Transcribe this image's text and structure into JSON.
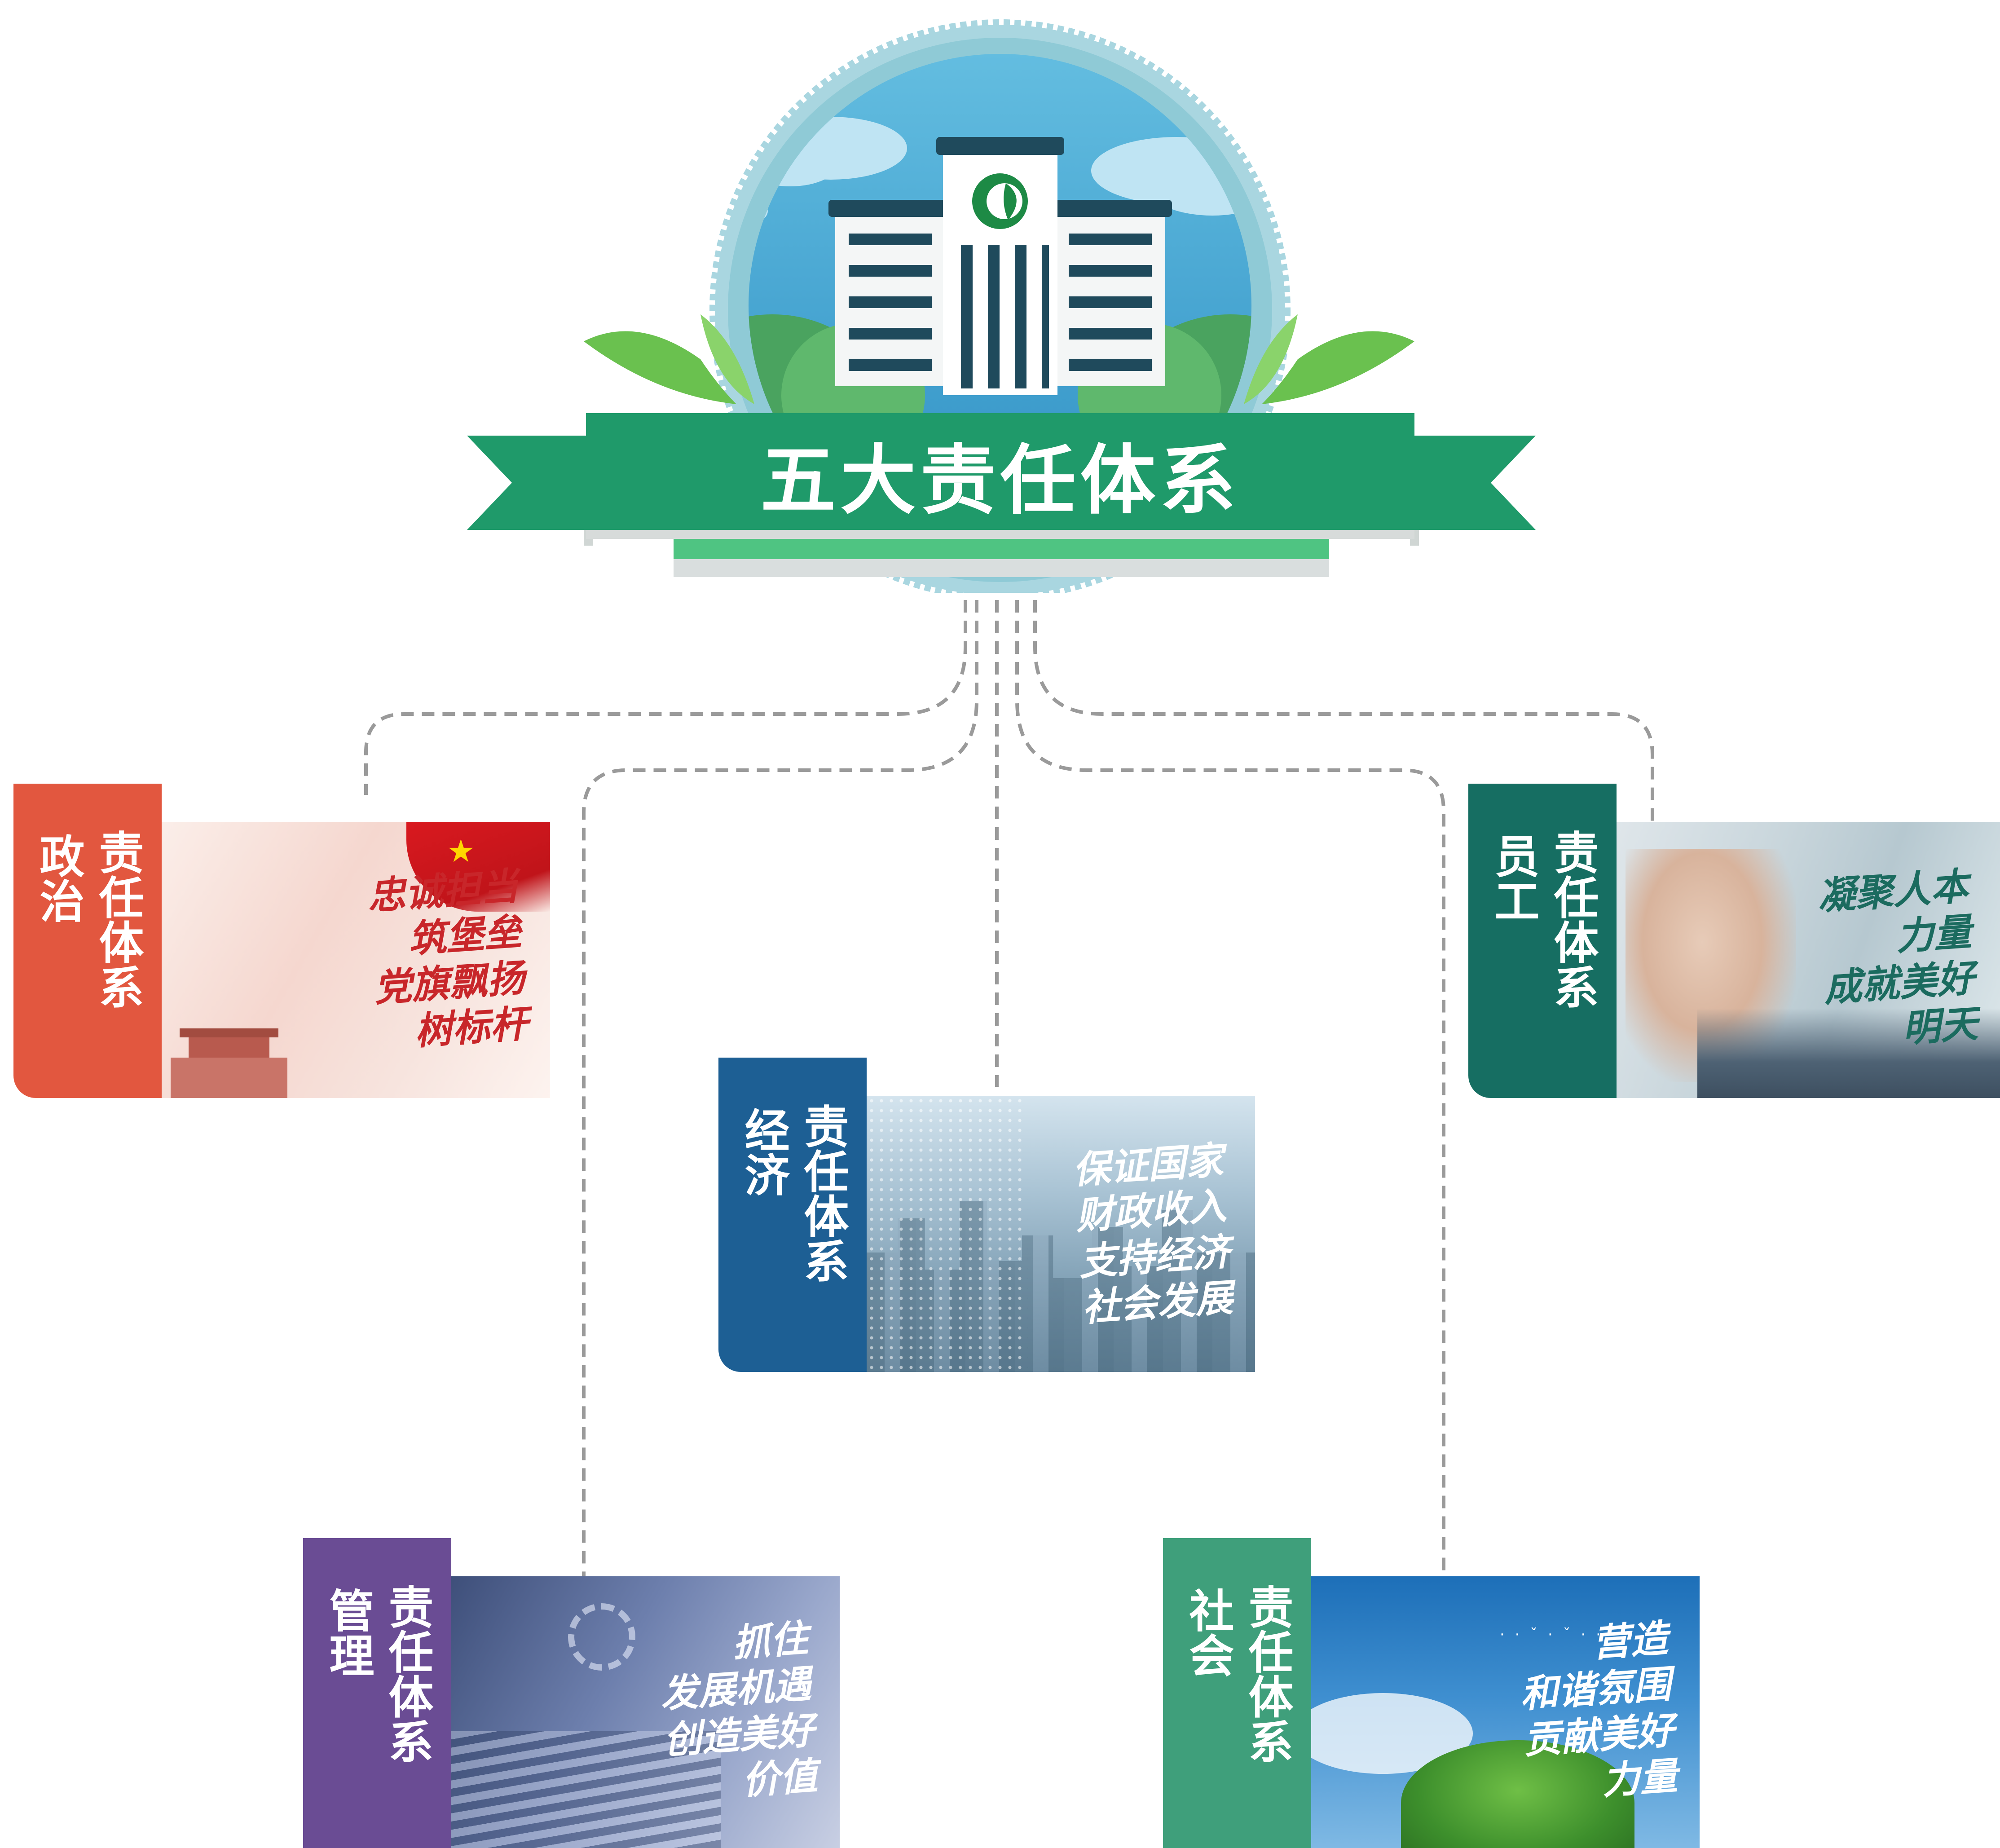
{
  "title": "五大责任体系",
  "colors": {
    "ribbon": "#1f9a6a",
    "political": "#e2573f",
    "economic": "#1d5f94",
    "employee": "#166e62",
    "management": "#6a4c94",
    "social": "#3f9f7b",
    "connector": "#9a9a9a"
  },
  "icons": {
    "emblem": "hospital-building-badge-icon",
    "logo": "leaf-c-logo-icon"
  },
  "cards": {
    "political": {
      "label": [
        "政治",
        "责任体系"
      ],
      "slogan": [
        "忠诚担当",
        "筑堡垒",
        "党旗飘扬",
        "树标杆"
      ]
    },
    "economic": {
      "label": [
        "经济",
        "责任体系"
      ],
      "slogan": [
        "保证国家",
        "财政收入",
        "支持经济",
        "社会发展"
      ]
    },
    "employee": {
      "label": [
        "员工",
        "责任体系"
      ],
      "slogan": [
        "凝聚人本",
        "力量",
        "成就美好",
        "明天"
      ]
    },
    "management": {
      "label": [
        "管理",
        "责任体系"
      ],
      "slogan": [
        "抓住",
        "发展机遇",
        "创造美好",
        "价值"
      ]
    },
    "social": {
      "label": [
        "社会",
        "责任体系"
      ],
      "slogan": [
        "营造",
        "和谐氛围",
        "贡献美好",
        "力量"
      ]
    }
  }
}
